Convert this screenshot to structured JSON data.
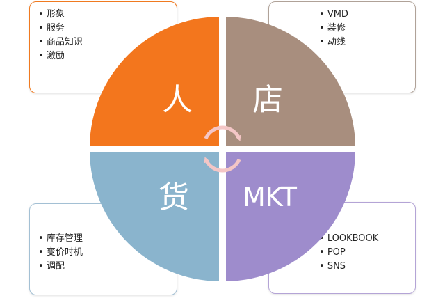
{
  "quadrants": {
    "top_left": {
      "label": "人",
      "color": "#f3761d"
    },
    "top_right": {
      "label": "店",
      "color": "#a88e7e"
    },
    "bottom_left": {
      "label": "货",
      "color": "#8ab4cd"
    },
    "bottom_right": {
      "label": "MKT",
      "color": "#9e8ccc"
    }
  },
  "boxes": {
    "top_left": {
      "items": [
        "形象",
        "服务",
        "商品知识",
        "激励"
      ]
    },
    "top_right": {
      "items": [
        "VMD",
        "装修",
        "动线"
      ]
    },
    "bottom_left": {
      "items": [
        "库存管理",
        "变价时机",
        "调配"
      ]
    },
    "bottom_right": {
      "items": [
        "LOOKBOOK",
        "POP",
        "SNS"
      ]
    }
  },
  "center_icon": "cycle-arrows-icon"
}
